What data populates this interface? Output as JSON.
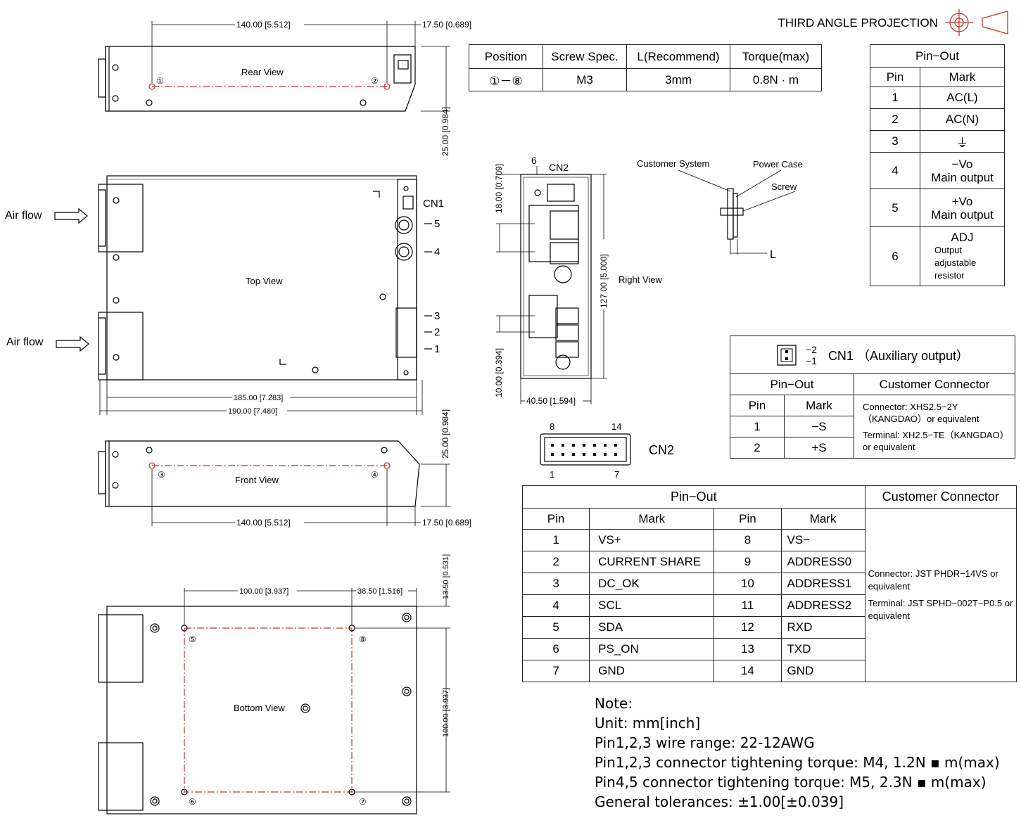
{
  "projection": "THIRD ANGLE PROJECTION",
  "views": {
    "rear": "Rear View",
    "top": "Top View",
    "front": "Front View",
    "bottom": "Bottom View",
    "right": "Right View"
  },
  "airflow": [
    "Air flow",
    "Air flow"
  ],
  "connectors": {
    "cn1": "CN1",
    "cn2": "CN2"
  },
  "dims": {
    "rear_width": "140.00 [5.512]",
    "rear_offset": "17.50 [0.689]",
    "rear_height": "25.00 [0.984]",
    "top_inner": "185.00 [7.283]",
    "top_outer": "190.00 [7.480]",
    "front_height": "25.00 [0.984]",
    "front_width": "140.00 [5.512]",
    "front_offset": "17.50 [0.689]",
    "bottom_w1": "100.00 [3.937]",
    "bottom_w2": "38.50 [1.516]",
    "bottom_top": "13.50 [0.531]",
    "bottom_h": "100.00 [3.937]",
    "right_top": "18.00 [0.709]",
    "right_bottom": "10.00 [0.394]",
    "right_height": "127.00 [5.000]",
    "right_width": "40.50 [1.594]"
  },
  "terminal_marks": [
    "5",
    "4",
    "3",
    "2",
    "1"
  ],
  "hole_marks": [
    "①",
    "②",
    "③",
    "④",
    "⑤",
    "⑧",
    "⑥",
    "⑦"
  ],
  "cn2_top_pin": "6",
  "cn2_header": {
    "left_top": "8",
    "right_top": "14",
    "left_bottom": "1",
    "right_bottom": "7"
  },
  "screw_detail": {
    "customer": "Customer System",
    "case": "Power Case",
    "screw": "Screw",
    "length": "L"
  },
  "screw_table": {
    "headers": [
      "Position",
      "Screw Spec.",
      "L(Recommend)",
      "Torque(max)"
    ],
    "row": [
      "①－⑧",
      "M3",
      "3mm",
      "0.8N · m"
    ]
  },
  "main_pinout": {
    "title": "Pin−Out",
    "headers": [
      "Pin",
      "Mark"
    ],
    "rows": [
      {
        "pin": "1",
        "mark": "AC(L)"
      },
      {
        "pin": "2",
        "mark": "AC(N)"
      },
      {
        "pin": "3",
        "mark": "⏚"
      },
      {
        "pin": "4",
        "mark": "−Vo",
        "sub": "Main output"
      },
      {
        "pin": "5",
        "mark": "+Vo",
        "sub": "Main output"
      },
      {
        "pin": "6",
        "mark": "ADJ",
        "sub": "Output adjustable resistor"
      }
    ]
  },
  "cn1_table": {
    "title": "CN1 （Auxiliary output）",
    "pin_labels": [
      "−2",
      "−1"
    ],
    "pinout_title": "Pin−Out",
    "connector_title": "Customer Connector",
    "headers": [
      "Pin",
      "Mark"
    ],
    "rows": [
      {
        "pin": "1",
        "mark": "−S"
      },
      {
        "pin": "2",
        "mark": "+S"
      }
    ],
    "connector_text": "Connector: XHS2.5−2Y（KANGDAO）or equivalent",
    "terminal_text": "Terminal: XH2.5−TE（KANGDAO）or equivalent"
  },
  "cn2_table": {
    "pinout_title": "Pin−Out",
    "connector_title": "Customer Connector",
    "headers": [
      "Pin",
      "Mark",
      "Pin",
      "Mark"
    ],
    "rows": [
      [
        "1",
        "VS+",
        "8",
        "VS−"
      ],
      [
        "2",
        "CURRENT SHARE",
        "9",
        "ADDRESS0"
      ],
      [
        "3",
        "DC_OK",
        "10",
        "ADDRESS1"
      ],
      [
        "4",
        "SCL",
        "11",
        "ADDRESS2"
      ],
      [
        "5",
        "SDA",
        "12",
        "RXD"
      ],
      [
        "6",
        "PS_ON",
        "13",
        "TXD"
      ],
      [
        "7",
        "GND",
        "14",
        "GND"
      ]
    ],
    "connector_text": "Connector: JST PHDR−14VS or equivalent",
    "terminal_text": "Terminal: JST SPHD−002T−P0.5 or equivalent"
  },
  "notes": [
    "Note:",
    "Unit: mm[inch]",
    "Pin1,2,3 wire range: 22-12AWG",
    "Pin1,2,3 connector tightening torque: M4, 1.2N ▪ m(max)",
    "Pin4,5 connector tightening torque: M5, 2.3N ▪ m(max)",
    "General tolerances: ±1.00[±0.039]"
  ]
}
